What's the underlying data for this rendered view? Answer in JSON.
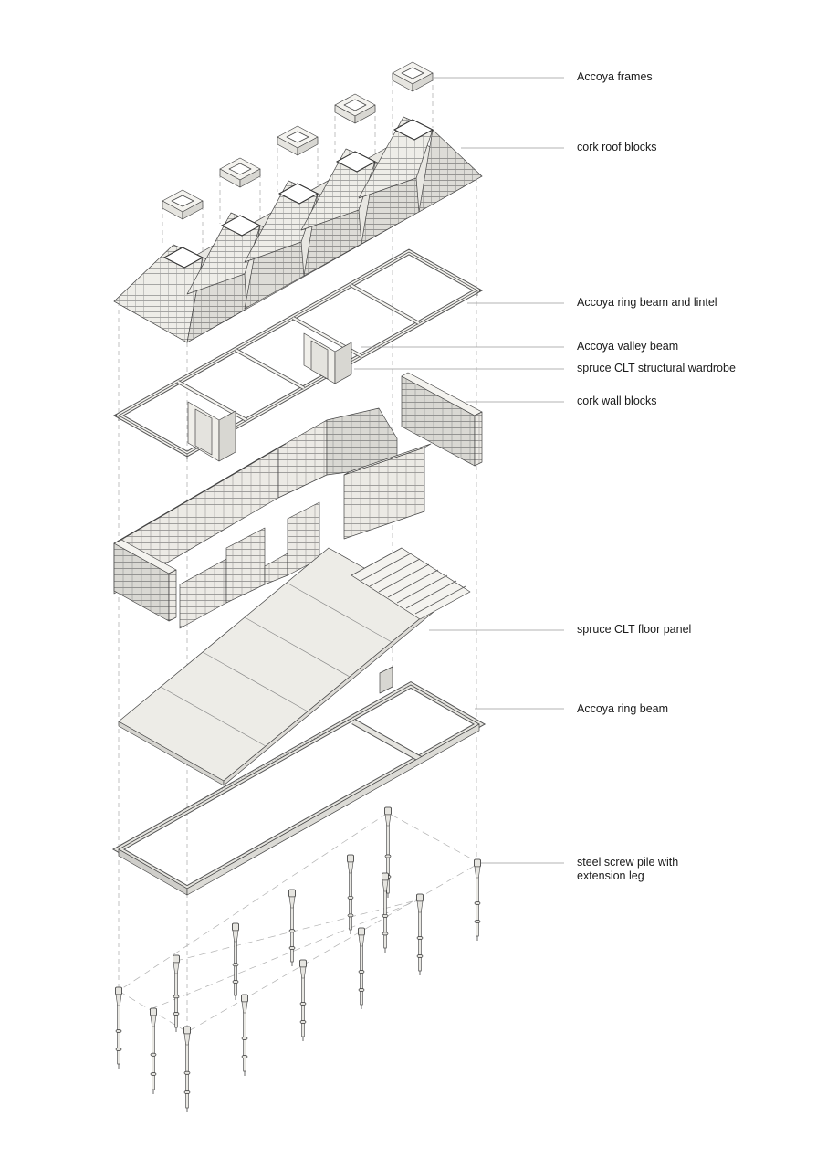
{
  "labels": {
    "accoya_frames": "Accoya frames",
    "cork_roof_blocks": "cork roof blocks",
    "accoya_ring_beam_lintel": "Accoya ring beam and lintel",
    "accoya_valley_beam": "Accoya valley beam",
    "spruce_clt_wardrobe": "spruce CLT structural wardrobe",
    "cork_wall_blocks": "cork wall blocks",
    "spruce_clt_floor_panel": "spruce CLT floor panel",
    "accoya_ring_beam": "Accoya ring beam",
    "steel_screw_pile_line1": "steel screw pile with",
    "steel_screw_pile_line2": "extension leg"
  },
  "colors": {
    "line": "#444444",
    "leader": "#9a9a9a",
    "face_light": "#f4f3ef",
    "face_mid": "#e6e5e0",
    "face_dark": "#cfceca",
    "text": "#1a1a1a"
  }
}
